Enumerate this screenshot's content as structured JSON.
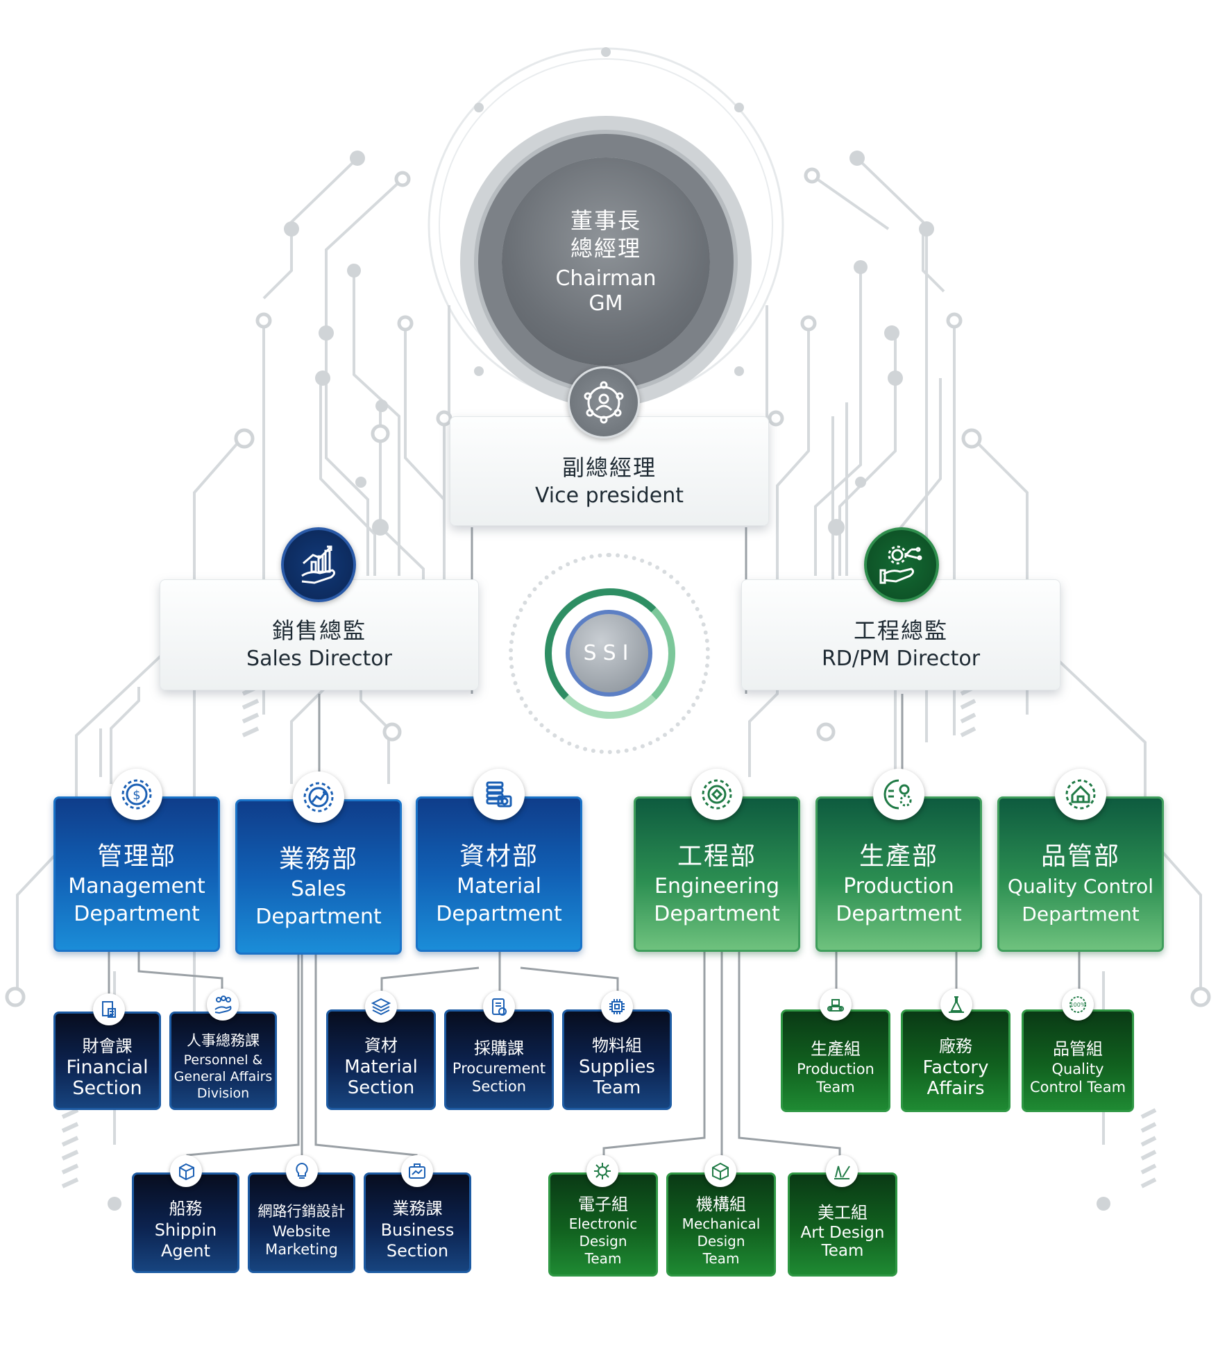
{
  "chairman": {
    "zh_line1": "董事長",
    "zh_line2": "總經理",
    "en_line1": "Chairman",
    "en_line2": "GM"
  },
  "vice_president": {
    "zh": "副總經理",
    "en": "Vice president"
  },
  "ssi_logo": "SSI",
  "sales_director": {
    "zh": "銷售總監",
    "en": "Sales Director"
  },
  "rd_director": {
    "zh": "工程總監",
    "en": "RD/PM Director"
  },
  "departments": [
    {
      "zh": "管理部",
      "en1": "Management",
      "en2": "Department",
      "icon": "dollar-gear-icon"
    },
    {
      "zh": "業務部",
      "en1": "Sales",
      "en2": "Department",
      "icon": "growth-gear-icon"
    },
    {
      "zh": "資材部",
      "en1": "Material",
      "en2": "Department",
      "icon": "stack-coins-icon"
    },
    {
      "zh": "工程部",
      "en1": "Engineering",
      "en2": "Department",
      "icon": "engineering-gear-icon"
    },
    {
      "zh": "生產部",
      "en1": "Production",
      "en2": "Department",
      "icon": "production-gear-icon"
    },
    {
      "zh": "品管部",
      "en1": "Quality Control",
      "en2": "Department",
      "icon": "quality-house-icon"
    }
  ],
  "sections": {
    "financial": {
      "zh": "財會課",
      "en1": "Financial",
      "en2": "Section"
    },
    "personnel": {
      "zh": "人事總務課",
      "en1": "Personnel &",
      "en2": "General Affairs",
      "en3": "Division"
    },
    "material": {
      "zh": "資材",
      "en1": "Material",
      "en2": "Section"
    },
    "procurement": {
      "zh": "採購課",
      "en1": "Procurement",
      "en2": "Section"
    },
    "supplies": {
      "zh": "物料組",
      "en1": "Supplies",
      "en2": "Team"
    },
    "production": {
      "zh": "生產組",
      "en1": "Production",
      "en2": "Team"
    },
    "factory": {
      "zh": "廠務",
      "en1": "Factory",
      "en2": "Affairs"
    },
    "quality": {
      "zh": "品管組",
      "en1": "Quality",
      "en2": "Control Team"
    },
    "shipping": {
      "zh": "船務",
      "en1": "Shippin",
      "en2": "Agent"
    },
    "website": {
      "zh": "網路行銷設計",
      "en1": "Website",
      "en2": "Marketing"
    },
    "business": {
      "zh": "業務課",
      "en1": "Business",
      "en2": "Section"
    },
    "electronic": {
      "zh": "電子組",
      "en1": "Electronic",
      "en2": "Design",
      "en3": "Team"
    },
    "mechanical": {
      "zh": "機構組",
      "en1": "Mechanical",
      "en2": "Design",
      "en3": "Team"
    },
    "art": {
      "zh": "美工組",
      "en1": "Art Design",
      "en2": "Team"
    }
  },
  "colors": {
    "blue_dept": "#1160b5",
    "green_dept": "#2c8f52",
    "navy_section": "#0c2350",
    "dark_green_section": "#11611f",
    "circuit_gray": "#d2d6d9",
    "chairman_gray": "#6b7076"
  }
}
